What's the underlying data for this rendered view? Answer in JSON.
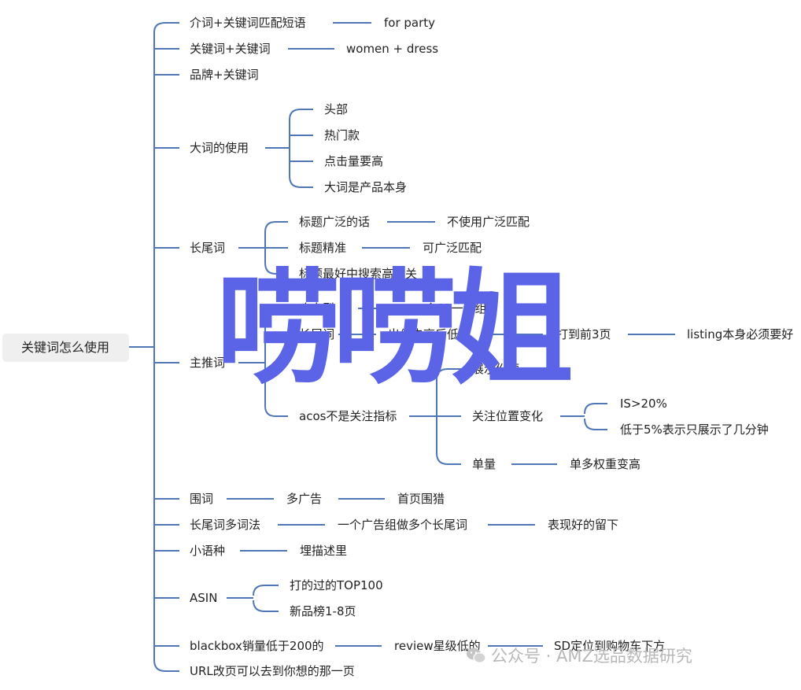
{
  "root": "关键词怎么使用",
  "b_phrase": "介词+关键词匹配短语",
  "b_phrase_1": "for party",
  "b_kwkw": "关键词+关键词",
  "b_kwkw_1": "women + dress",
  "b_brand": "品牌+关键词",
  "b_big": "大词的使用",
  "b_big_1": "头部",
  "b_big_2": "热门款",
  "b_big_3": "点击量要高",
  "b_big_4": "大词是产品本身",
  "b_long": "长尾词",
  "b_long_1": "标题广泛的话",
  "b_long_1a": "不使用广泛匹配",
  "b_long_2": "标题精准",
  "b_long_2a": "可广泛匹配",
  "b_long_3": "标题最好中搜索高相关",
  "b_main": "主推词",
  "b_main_1": "攻占型",
  "b_main_1a": "一个SP一个组",
  "b_main_2": "长尾词",
  "b_main_2a": "出价先高后低",
  "b_main_2b": "打到前3页",
  "b_main_2c": "listing本身必须要好",
  "b_main_3": "acos不是关注指标",
  "b_main_3a": "展示份额",
  "b_main_3b": "关注位置变化",
  "b_main_3b1": "IS>20%",
  "b_main_3b2": "低于5%表示只展示了几分钟",
  "b_main_3c": "单量",
  "b_main_3c1": "单多权重变高",
  "b_wei": "围词",
  "b_wei_1": "多广告",
  "b_wei_2": "首页围猎",
  "b_lm": "长尾词多词法",
  "b_lm_1": "一个广告组做多个长尾词",
  "b_lm_2": "表现好的留下",
  "b_small": "小语种",
  "b_small_1": "埋描述里",
  "b_asin": "ASIN",
  "b_asin_1": "打的过的TOP100",
  "b_asin_2": "新品榜1-8页",
  "b_bb": "blackbox销量低于200的",
  "b_bb_1": "review星级低的",
  "b_bb_2": "SD定位到购物车下方",
  "b_url": "URL改页可以去到你想的那一页",
  "watermark": "唠唠姐",
  "credit": "公众号 · AMZ选品数据研究"
}
